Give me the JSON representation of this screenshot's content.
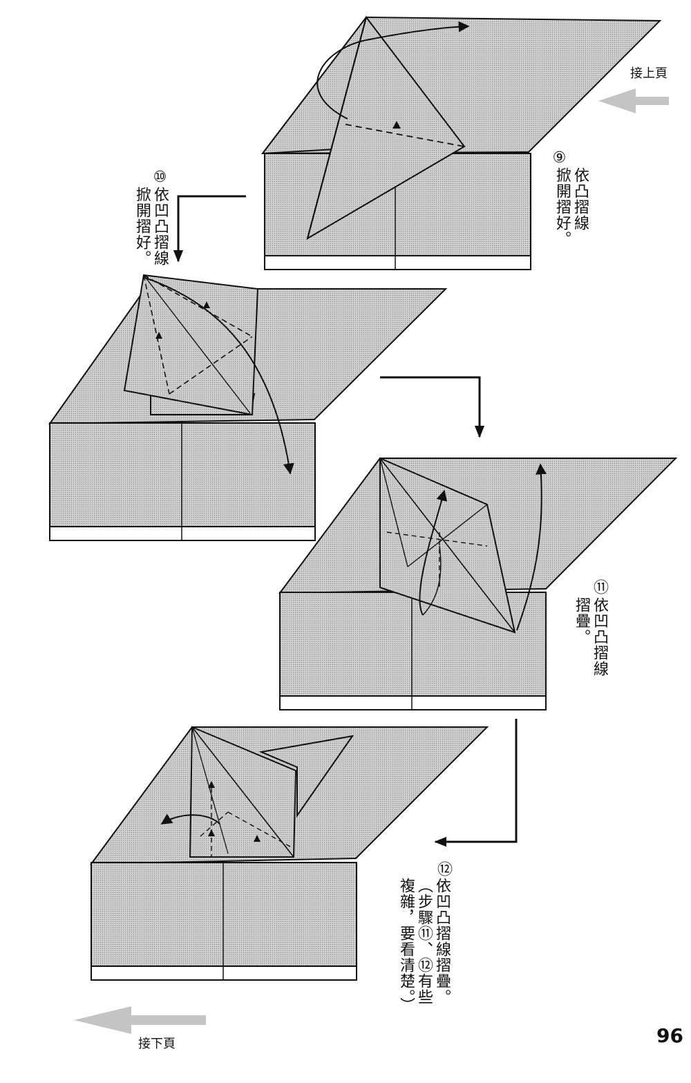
{
  "nav": {
    "prev_label": "接上頁",
    "next_label": "接下頁"
  },
  "page_number": "96",
  "steps": [
    {
      "number": "⑨",
      "lines": [
        "依凸摺線",
        "掀開摺好。"
      ]
    },
    {
      "number": "⑩",
      "lines": [
        "依凹凸摺線",
        "掀開摺好。"
      ]
    },
    {
      "number": "⑪",
      "lines": [
        "依凹凸摺線",
        "摺疊。"
      ]
    },
    {
      "number": "⑫",
      "lines": [
        "依凹凸摺線摺疊。",
        "（步驟⑪、⑫有些",
        "複雜，要看清楚。）"
      ]
    }
  ],
  "colors": {
    "paper_fill": "#c9c9c9",
    "paper_dark": "#b5b5b5",
    "line": "#111111",
    "nav_arrow": "#bdbdbd"
  }
}
